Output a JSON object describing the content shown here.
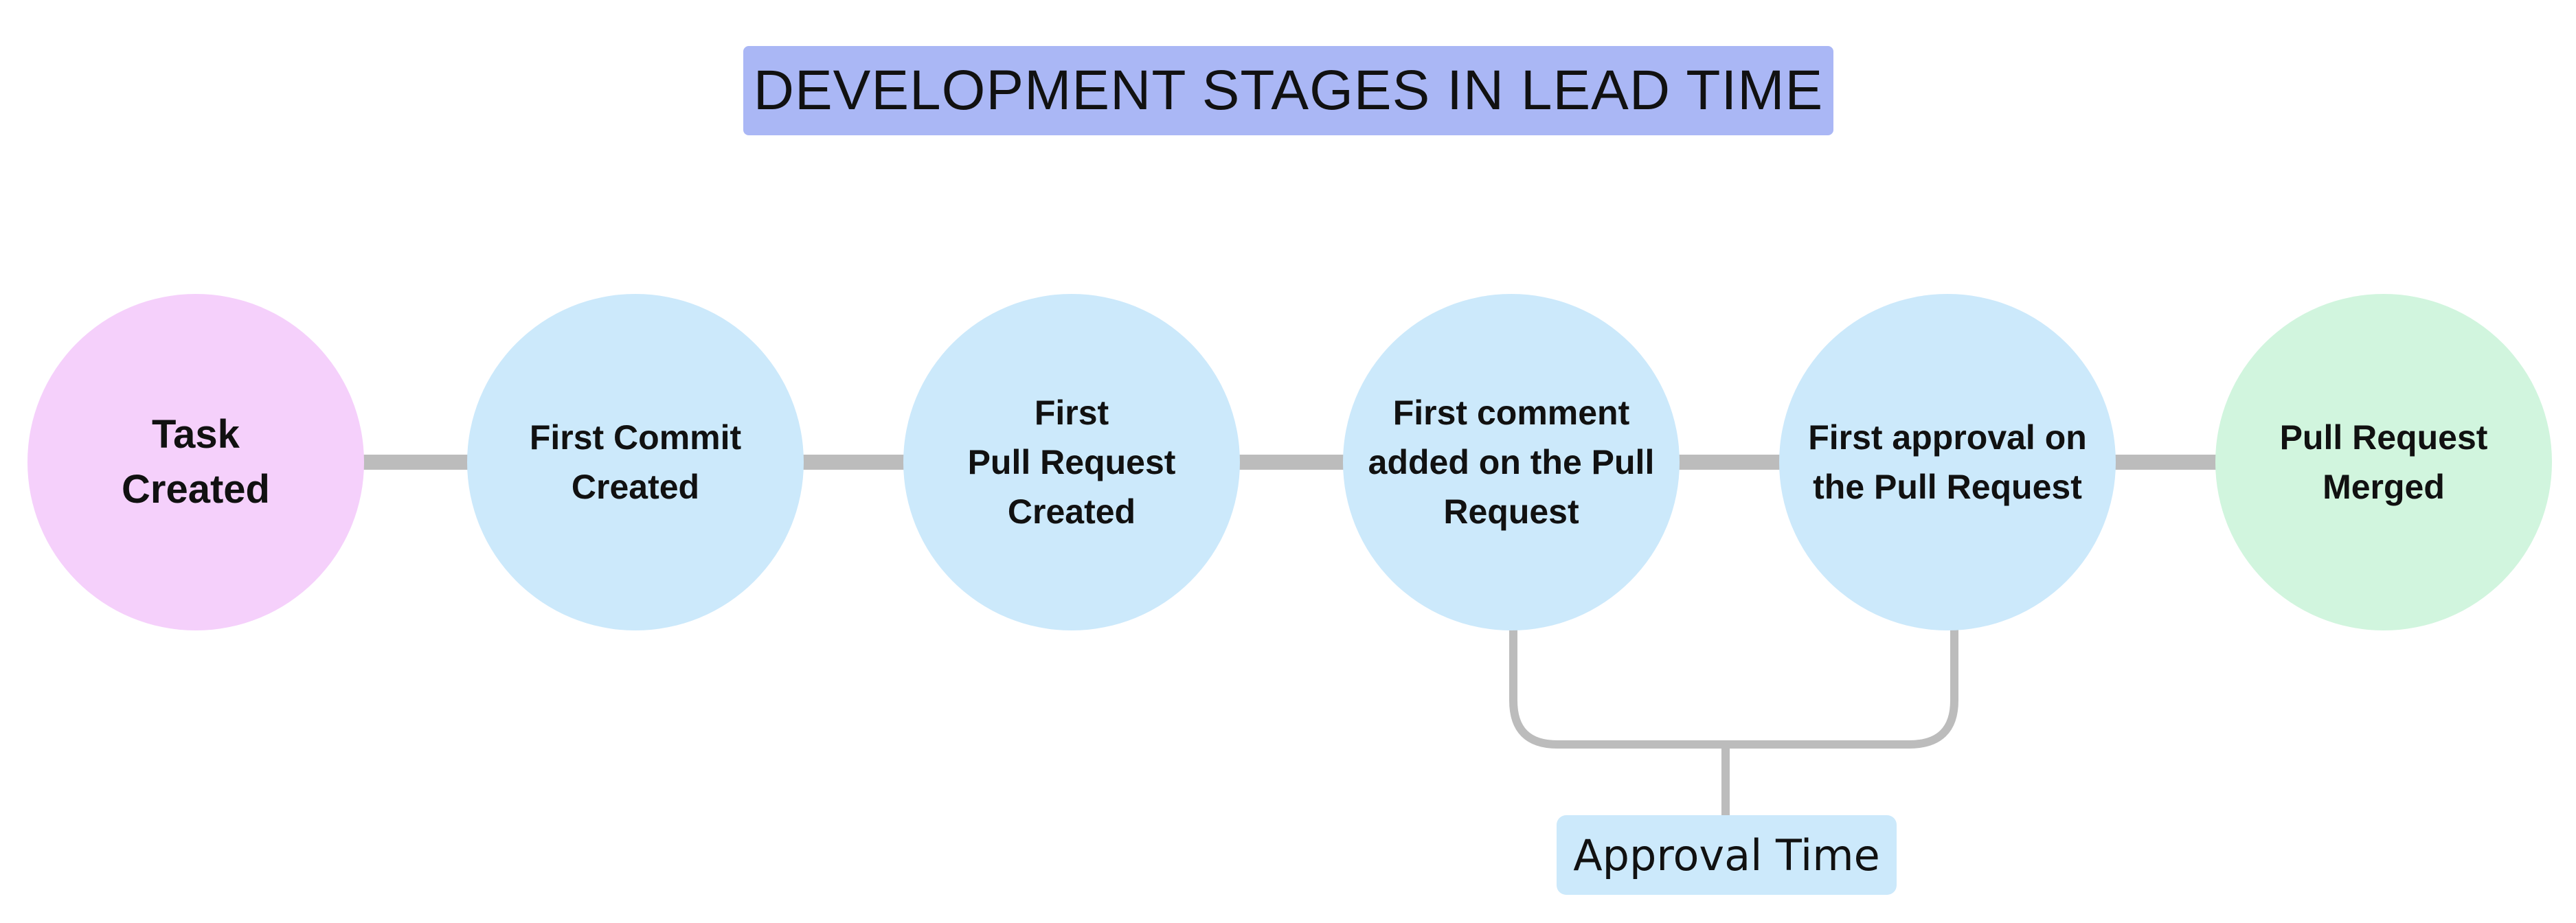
{
  "title": "DEVELOPMENT STAGES IN LEAD TIME",
  "stages": [
    {
      "label": "Task\nCreated",
      "color": "#f5d0fb"
    },
    {
      "label": "First Commit\nCreated",
      "color": "#cce9fb"
    },
    {
      "label": "First\nPull Request\nCreated",
      "color": "#cce9fb"
    },
    {
      "label": "First comment\nadded on the Pull\nRequest",
      "color": "#cce9fb"
    },
    {
      "label": "First approval on\nthe Pull Request",
      "color": "#cce9fb"
    },
    {
      "label": "Pull Request\nMerged",
      "color": "#d1f5de"
    }
  ],
  "bracket": {
    "label": "Approval Time",
    "color": "#cce9fb"
  },
  "colors": {
    "title_background": "#aab7f5",
    "connector": "#bcbcbc"
  }
}
